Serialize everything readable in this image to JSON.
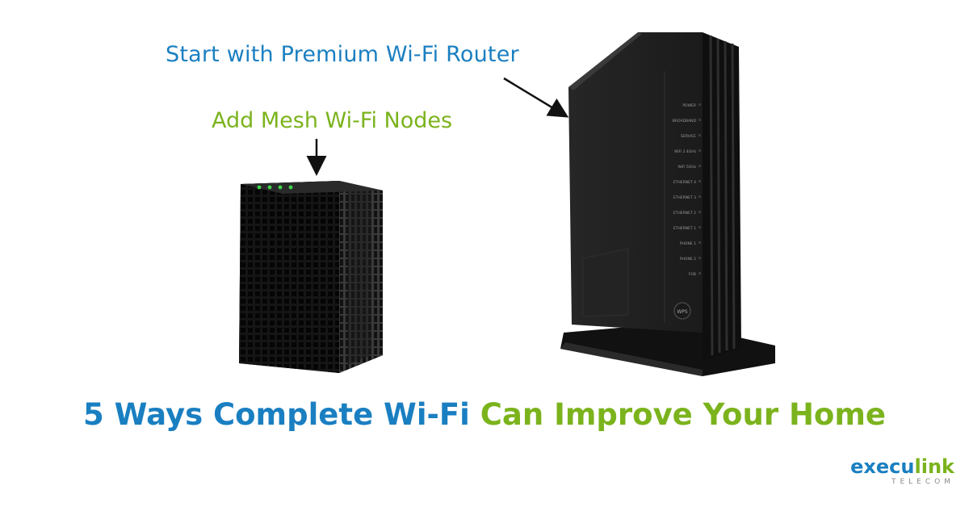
{
  "callouts": {
    "router": "Start with Premium Wi-Fi Router",
    "nodes": "Add Mesh Wi-Fi Nodes"
  },
  "headline": {
    "part1": "5 Ways Complete Wi-Fi",
    "part2": "Can Improve Your Home"
  },
  "logo": {
    "name_part1": "execu",
    "name_part2": "link",
    "subtitle": "TELECOM"
  },
  "router_port_labels": [
    "POWER",
    "BROADBAND",
    "SERVICE",
    "WiFi 2.4GHz",
    "WiFi 5GHz",
    "ETHERNET 4",
    "ETHERNET 3",
    "ETHERNET 2",
    "ETHERNET 1",
    "PHONE 1",
    "PHONE 2",
    "FOB"
  ],
  "router_wps_label": "WPS",
  "colors": {
    "blue": "#1a7fc1",
    "green": "#7bb31d",
    "device": "#1e1e1e",
    "led": "#3fd64a"
  }
}
